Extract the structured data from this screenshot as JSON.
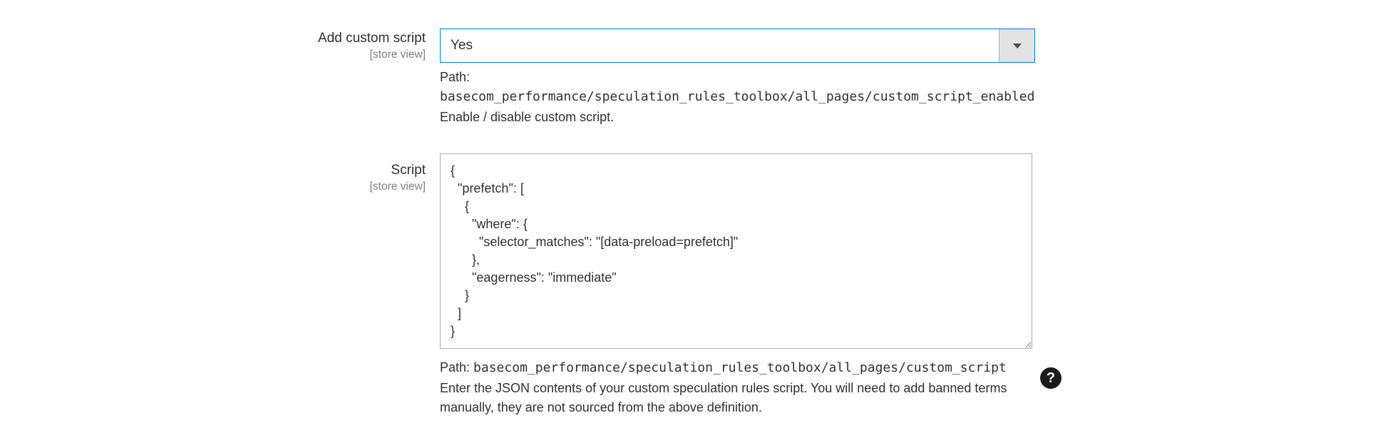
{
  "fields": [
    {
      "label": "Add custom script",
      "scope": "[store view]",
      "control": {
        "type": "select",
        "value": "Yes"
      },
      "path_label": "Path:",
      "path": "basecom_performance/speculation_rules_toolbox/all_pages/custom_script_enabled",
      "comment": "Enable / disable custom script."
    },
    {
      "label": "Script",
      "scope": "[store view]",
      "control": {
        "type": "textarea",
        "value": "{\n  \"prefetch\": [\n    {\n      \"where\": {\n        \"selector_matches\": \"[data-preload=prefetch]\"\n      },\n      \"eagerness\": \"immediate\"\n    }\n  ]\n}"
      },
      "path_label": "Path:",
      "path": "basecom_performance/speculation_rules_toolbox/all_pages/custom_script",
      "comment": "Enter the JSON contents of your custom speculation rules script. You will need to add banned terms manually, they are not sourced from the above definition."
    }
  ],
  "icons": {
    "question_mark": "?",
    "chevron_down": "caret-down-triangle"
  },
  "colors": {
    "accent_border": "#007bdb",
    "input_border": "#adadad",
    "dropdown_button_bg": "#e3e3e3",
    "arrow": "#514943",
    "text": "#303030",
    "scope_text": "#7f7f7f",
    "help_bg": "#1b1b1b",
    "background": "#ffffff"
  }
}
